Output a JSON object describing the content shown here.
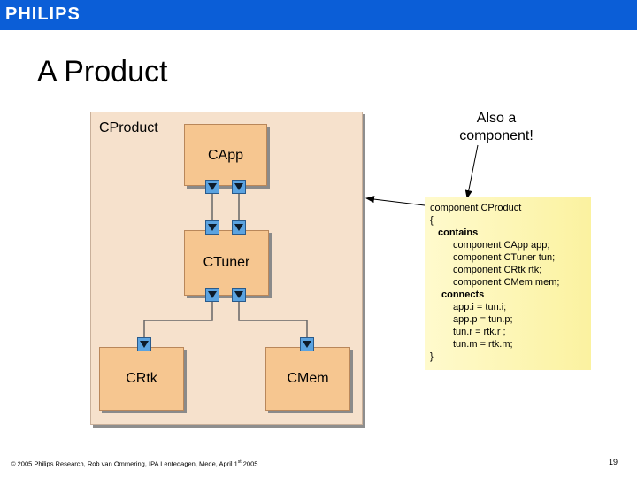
{
  "header": {
    "logo": "PHILIPS"
  },
  "slide": {
    "title": "A Product",
    "callout": "Also a component!"
  },
  "diagram": {
    "outer_label": "CProduct",
    "components": {
      "app": "CApp",
      "tuner": "CTuner",
      "rtk": "CRtk",
      "mem": "CMem"
    }
  },
  "code": {
    "lines": [
      "component CProduct",
      "{",
      "contains",
      "component CApp app;",
      "component CTuner tun;",
      "component CRtk rtk;",
      "component CMem mem;",
      "connects",
      "app.i = tun.i;",
      "app.p = tun.p;",
      "tun.r = rtk.r ;",
      "tun.m = rtk.m;",
      "}"
    ]
  },
  "footer": {
    "copyright_pre": "© 2005 Philips Research,  Rob van Ommering, IPA Lentedagen, Mede, April 1",
    "copyright_sup": "st",
    "copyright_post": " 2005",
    "page_number": "19"
  },
  "colors": {
    "header_bar": "#0b5ed7",
    "outer_box": "#f6e1cc",
    "component_box": "#f6c690",
    "port": "#5ba3e0",
    "code_box": "#fbf2a0"
  }
}
